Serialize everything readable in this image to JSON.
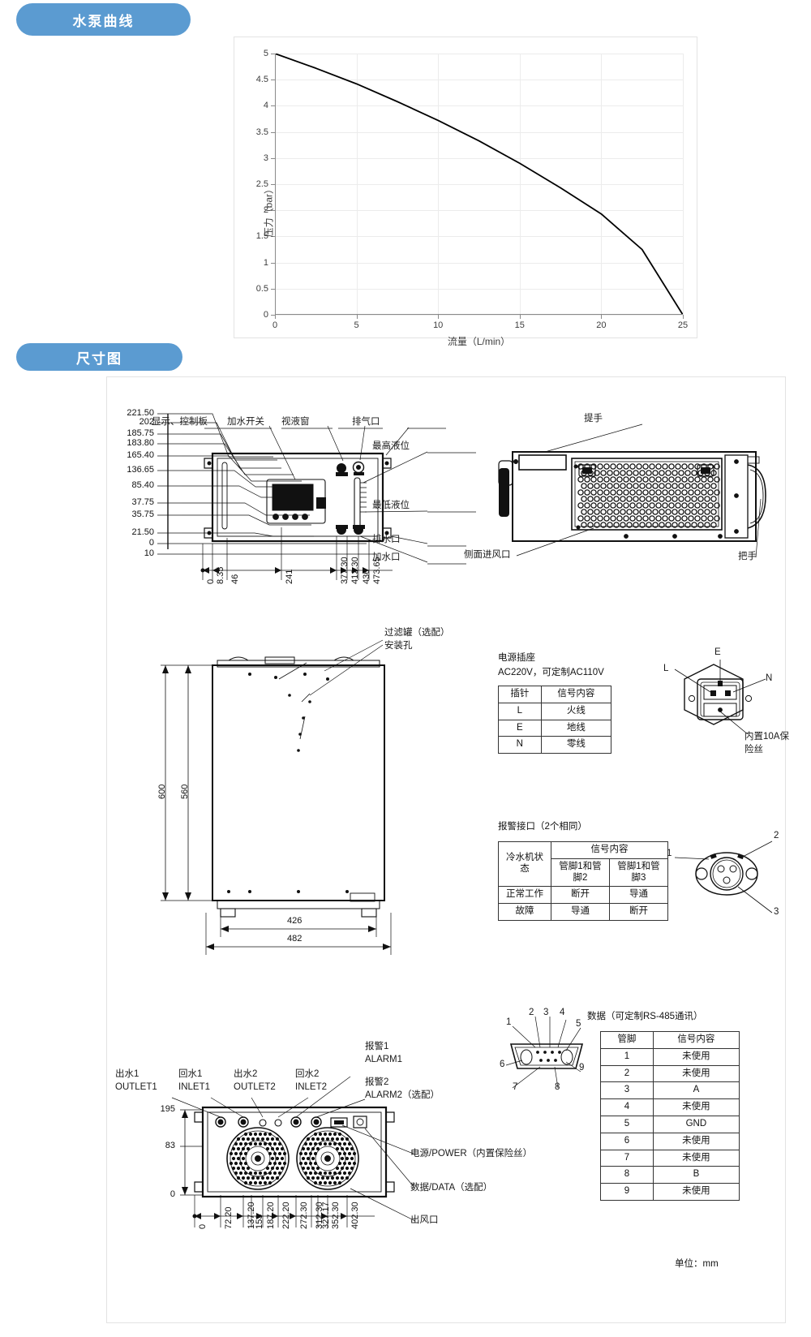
{
  "sections": {
    "pump_curve_badge": "水泵曲线",
    "dimension_badge": "尺寸图"
  },
  "chart_data": {
    "type": "line",
    "title": "",
    "xlabel": "流量（L/min）",
    "ylabel": "压力（bar）",
    "xlim": [
      0,
      25
    ],
    "ylim": [
      0,
      5
    ],
    "xticks": [
      "0",
      "5",
      "10",
      "15",
      "20",
      "25"
    ],
    "yticks": [
      "0",
      "0.5",
      "1",
      "1.5",
      "2",
      "2.5",
      "3",
      "3.5",
      "4",
      "4.5",
      "5"
    ],
    "grid": true,
    "legend": "none",
    "series": [
      {
        "name": "水泵曲线",
        "color": "#000000",
        "x": [
          0,
          2.5,
          5,
          7.5,
          10,
          12.5,
          15,
          17.5,
          20,
          22.5,
          25
        ],
        "y": [
          5.0,
          4.72,
          4.42,
          4.08,
          3.72,
          3.33,
          2.9,
          2.43,
          1.93,
          1.25,
          0.0
        ]
      }
    ]
  },
  "front_view": {
    "left_dimensions": [
      "221.50",
      "202",
      "185.75",
      "183.80",
      "165.40",
      "136.65",
      "85.40",
      "37.75",
      "35.75",
      "21.50",
      "0",
      "10"
    ],
    "bottom_dimensions": [
      "0",
      "8.35",
      "46",
      "241",
      "377.30",
      "412.30",
      "436",
      "473.65"
    ],
    "callouts": {
      "display_panel": "显示、控制板",
      "fill_switch": "加水开关",
      "sight_glass": "视液窗",
      "vent_port": "排气口",
      "max_level": "最高液位",
      "min_level": "最低液位",
      "drain_port": "排水口",
      "fill_port": "加水口"
    }
  },
  "side_view": {
    "handle_top": "提手",
    "side_air_inlet": "侧面进风口",
    "grip": "把手"
  },
  "top_view": {
    "filter_note": "过滤罐（选配）\n安装孔",
    "filter_note_line1": "过滤罐（选配）",
    "filter_note_line2": "安装孔",
    "dim_600": "600",
    "dim_560": "560",
    "dim_426": "426",
    "dim_482": "482"
  },
  "power_socket": {
    "title_line1": "电源插座",
    "title_line2": "AC220V，可定制AC110V",
    "headers": [
      "插针",
      "信号内容"
    ],
    "rows": [
      [
        "L",
        "火线"
      ],
      [
        "E",
        "地线"
      ],
      [
        "N",
        "零线"
      ]
    ],
    "pin_labels": [
      "E",
      "L",
      "N"
    ],
    "fuse_note_line1": "内置10A保",
    "fuse_note_line2": "险丝"
  },
  "alarm_interface": {
    "title": "报警接口（2个相同）",
    "header_col1": "冷水机状\n态",
    "header_col1_line1": "冷水机状",
    "header_col1_line2": "态",
    "header_group": "信号内容",
    "header_sub1_line1": "管脚1和管",
    "header_sub1_line2": "脚2",
    "header_sub2_line1": "管脚1和管",
    "header_sub2_line2": "脚3",
    "rows": [
      {
        "state": "正常工作",
        "p12": "断开",
        "p13": "导通"
      },
      {
        "state": "故障",
        "p12": "导通",
        "p13": "断开"
      }
    ],
    "connector_pins": [
      "1",
      "2",
      "3"
    ]
  },
  "data_interface": {
    "title": "数据（可定制RS-485通讯）",
    "headers": [
      "管脚",
      "信号内容"
    ],
    "rows": [
      [
        "1",
        "未使用"
      ],
      [
        "2",
        "未使用"
      ],
      [
        "3",
        "A"
      ],
      [
        "4",
        "未使用"
      ],
      [
        "5",
        "GND"
      ],
      [
        "6",
        "未使用"
      ],
      [
        "7",
        "未使用"
      ],
      [
        "8",
        "B"
      ],
      [
        "9",
        "未使用"
      ]
    ],
    "connector_pins": [
      "1",
      "2",
      "3",
      "4",
      "5",
      "6",
      "7",
      "8",
      "9"
    ]
  },
  "rear_view": {
    "ports": [
      {
        "cn": "出水1",
        "en": "OUTLET1"
      },
      {
        "cn": "回水1",
        "en": "INLET1"
      },
      {
        "cn": "出水2",
        "en": "OUTLET2"
      },
      {
        "cn": "回水2",
        "en": "INLET2"
      }
    ],
    "alarm1_line1": "报警1",
    "alarm1_line2": "ALARM1",
    "alarm2_line1": "报警2",
    "alarm2_line2": "ALARM2（选配）",
    "power_label": "电源/POWER（内置保险丝）",
    "data_label": "数据/DATA（选配）",
    "air_outlet": "出风口",
    "left_dimensions": [
      "195",
      "83",
      "0"
    ],
    "bottom_dimensions": [
      "0",
      "72.20",
      "137.20",
      "153",
      "187.20",
      "222.20",
      "272.30",
      "312.30",
      "327.17",
      "352.30",
      "402.30"
    ]
  },
  "unit_note": "单位：mm"
}
